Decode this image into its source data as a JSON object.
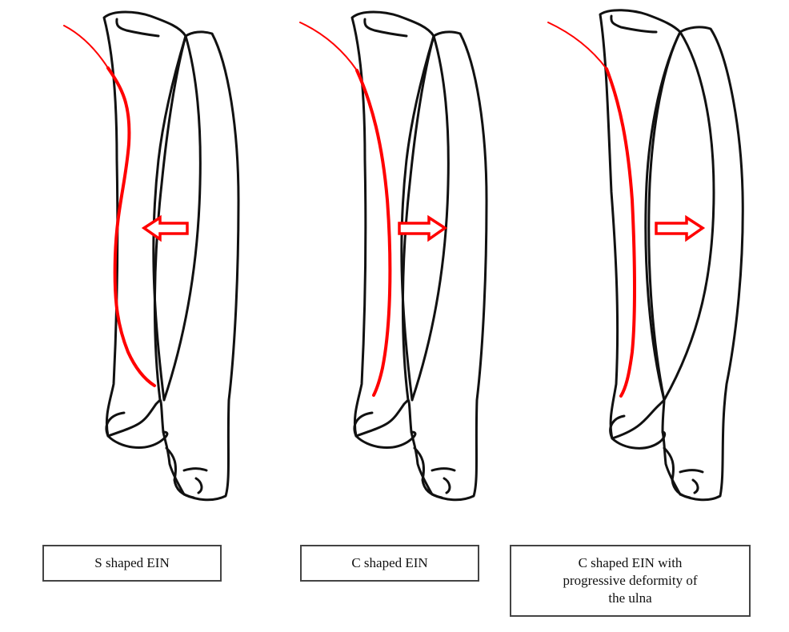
{
  "figure": {
    "panels": [
      {
        "id": "s-shaped",
        "label": "S shaped EIN",
        "nail_shape": "S",
        "arrow_direction": "left",
        "nail_color": "#ff0000"
      },
      {
        "id": "c-shaped",
        "label": "C shaped EIN",
        "nail_shape": "C",
        "arrow_direction": "right",
        "nail_color": "#ff0000"
      },
      {
        "id": "c-shaped-progressive",
        "label": "C shaped EIN with progressive deformity of the ulna",
        "label_lines": [
          "C shaped EIN with",
          "progressive deformity of",
          "the ulna"
        ],
        "nail_shape": "C",
        "arrow_direction": "right",
        "nail_color": "#ff0000"
      }
    ],
    "colors": {
      "nail": "#ff0000",
      "bone_outline": "#111111",
      "arrow_outline": "#ff0000",
      "background": "#ffffff"
    }
  }
}
